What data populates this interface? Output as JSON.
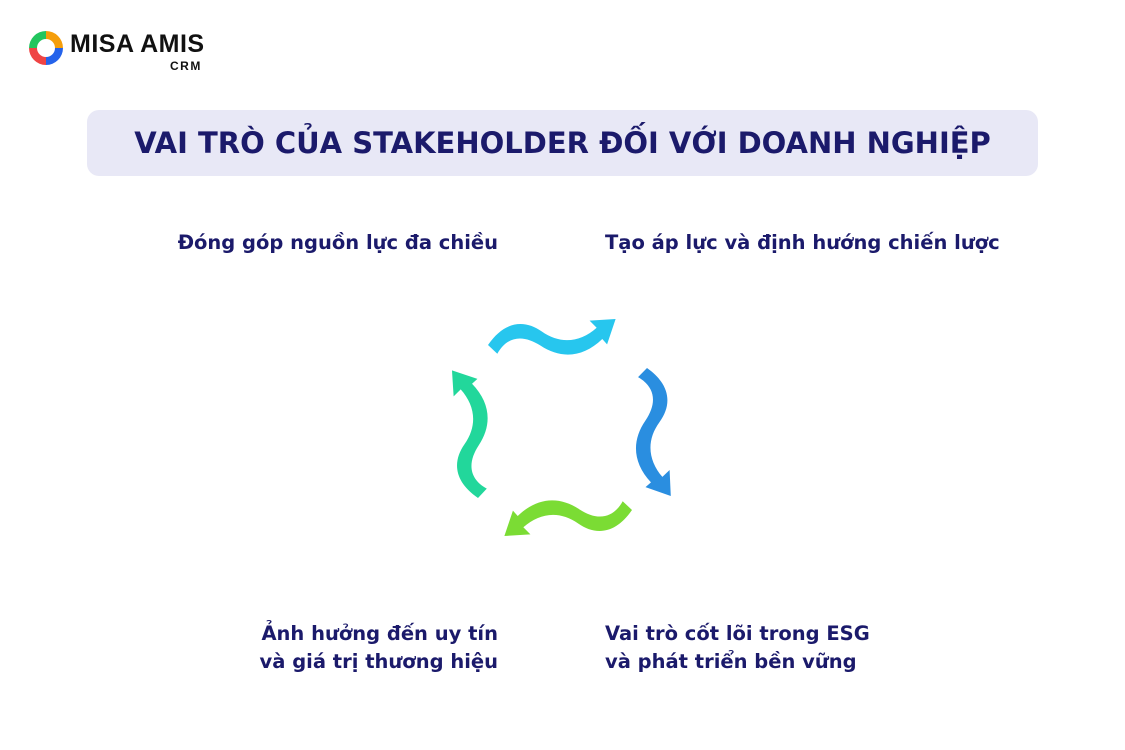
{
  "brand": {
    "name": "MISA AMIS",
    "sub": "CRM"
  },
  "title": "VAI TRÒ CỦA STAKEHOLDER ĐỐI VỚI DOANH NGHIỆP",
  "roles": [
    {
      "lines": [
        "Đóng góp nguồn lực đa chiều"
      ]
    },
    {
      "lines": [
        "Tạo áp lực và định hướng chiến lược"
      ]
    },
    {
      "lines": [
        "Ảnh hưởng đến uy tín",
        "và giá trị thương hiệu"
      ]
    },
    {
      "lines": [
        "Vai trò cốt lõi trong ESG",
        "và phát triển bền vững"
      ]
    }
  ],
  "colors": {
    "text": "#1b1a6b",
    "title_bg": "#e8e8f6",
    "arrow_top": "#27c6ee",
    "arrow_right": "#2a8ee0",
    "arrow_bottom": "#7bdc34",
    "arrow_left": "#22d79b"
  }
}
